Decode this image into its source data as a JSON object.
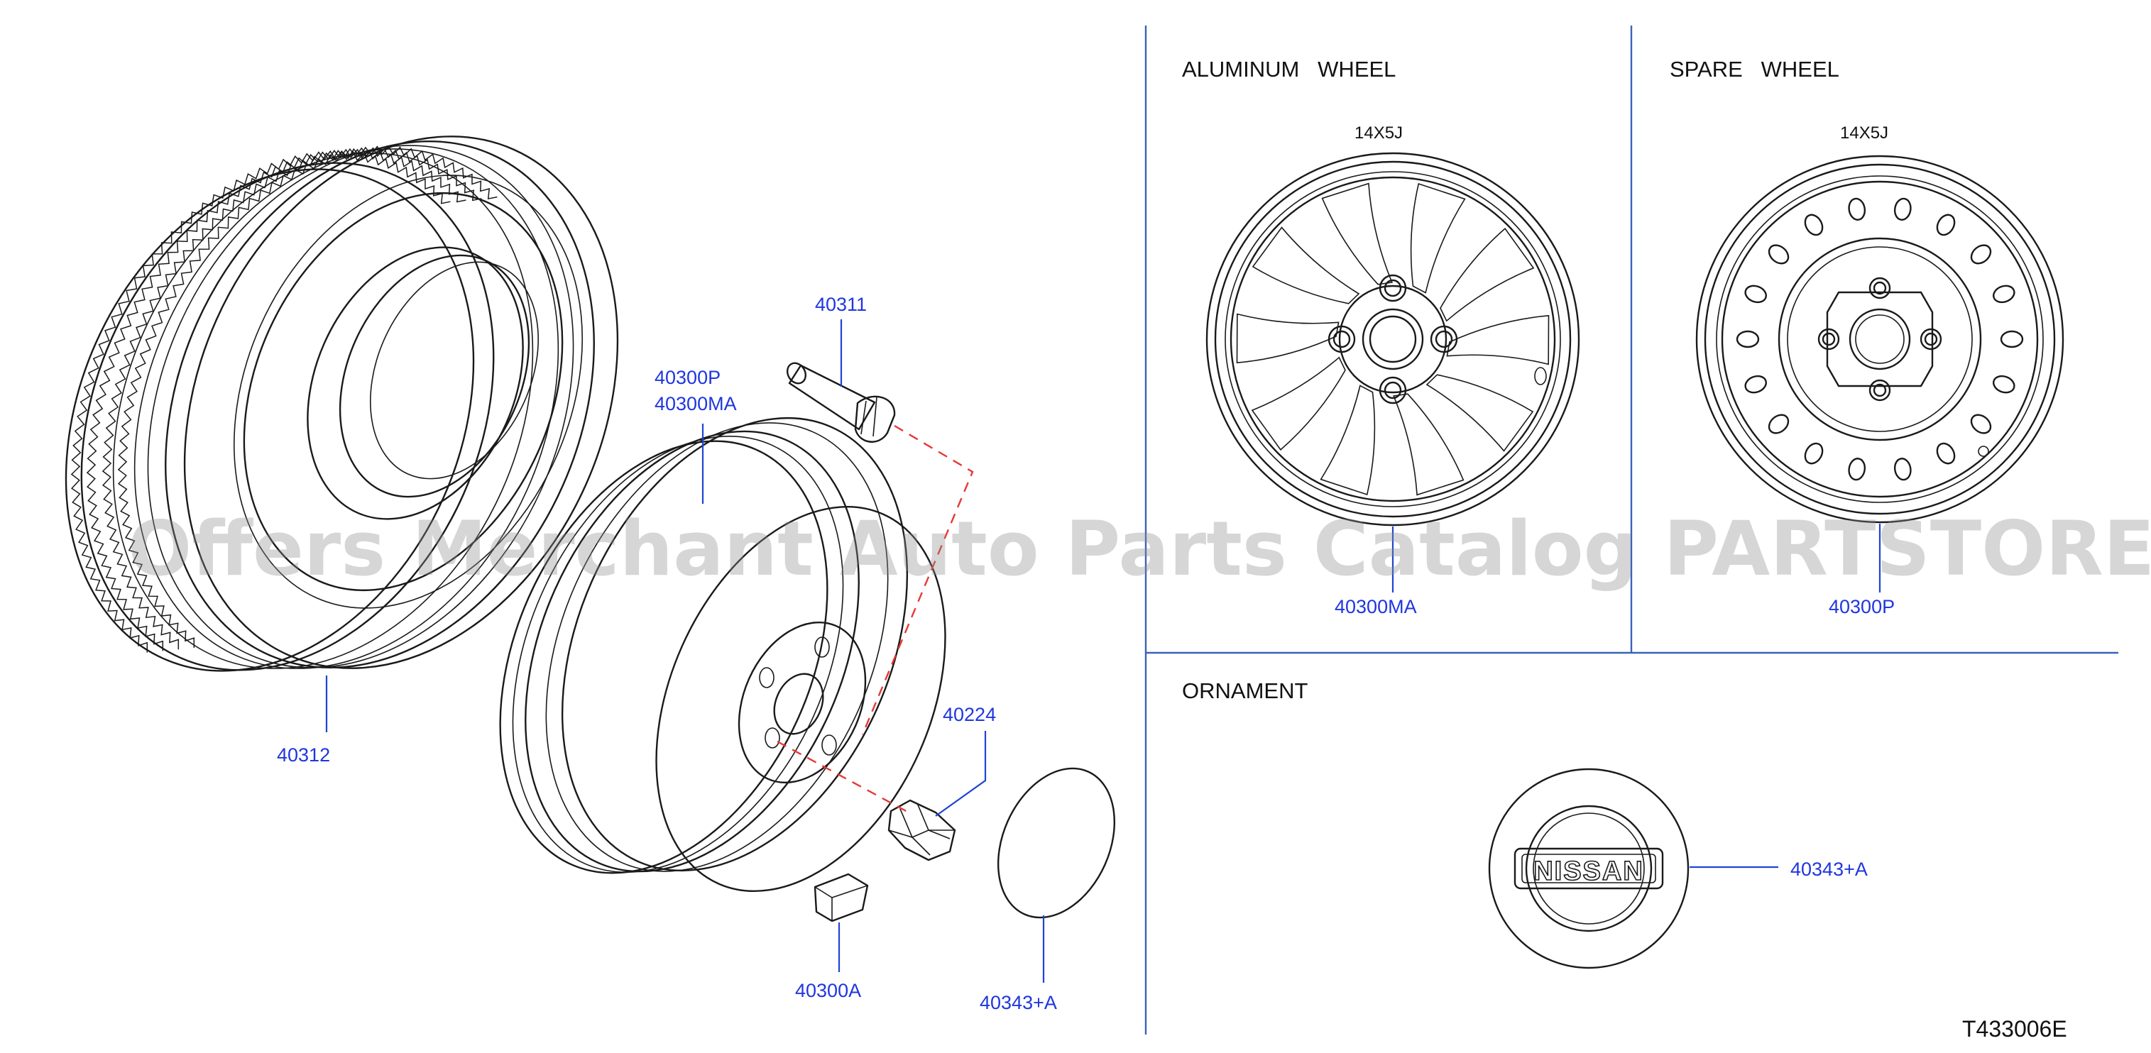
{
  "panels": {
    "aluminum_wheel": {
      "title": "ALUMINUM   WHEEL",
      "size": "14X5J",
      "part": "40300MA"
    },
    "spare_wheel": {
      "title": "SPARE   WHEEL",
      "size": "14X5J",
      "part": "40300P"
    },
    "ornament": {
      "title": "ORNAMENT",
      "part": "40343+A",
      "logo_text": "NISSAN"
    }
  },
  "exploded_view": {
    "tire": "40312",
    "wheel_line1": "40300P",
    "wheel_line2": "40300MA",
    "valve": "40311",
    "nut": "40224",
    "balance_weight": "40300A",
    "cap": "40343+A"
  },
  "diagram_code": "T433006E",
  "watermark": "Offers Merchant Auto Parts Catalog PARTSTORE.SA",
  "colors": {
    "callout": "#1f36e0",
    "frame": "#3a62b8",
    "dash": "#e53935"
  }
}
